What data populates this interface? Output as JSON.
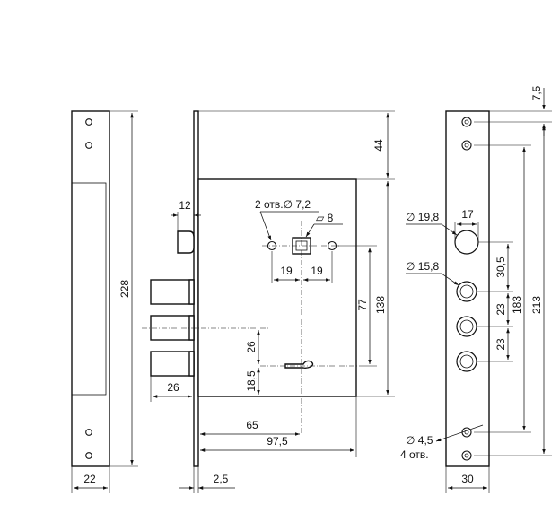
{
  "dimensions": {
    "strike_length": "228",
    "strike_width": "22",
    "front_plate_length": "213",
    "front_plate_width": "30",
    "top_offset": "7,5",
    "case_top": "44",
    "deadbolt_width": "12",
    "two_holes": "2 отв.∅ 7,2",
    "square_spindle": "▱ 8",
    "spindle_left": "19",
    "spindle_right": "19",
    "height_77": "77",
    "height_138": "138",
    "latch_to_key": "26",
    "key_to_bottom": "18,5",
    "bolt_throw": "26",
    "backset_65": "65",
    "case_depth": "97,5",
    "plate_thickness": "2,5",
    "cyl_hole_large": "∅ 19,8",
    "cyl_width": "17",
    "cyl_hole_small": "∅ 15,8",
    "cyl_spacing_1": "30,5",
    "cyl_spacing_2": "23",
    "cyl_spacing_3": "23",
    "cyl_span": "183",
    "screw_holes_dia": "∅ 4,5",
    "screw_holes_count": "4 отв."
  },
  "colors": {
    "line": "#111111",
    "background": "#ffffff"
  },
  "icons": {
    "arrowheads": "dimension-arrow",
    "diameter": "diameter-symbol",
    "square": "square-symbol"
  }
}
